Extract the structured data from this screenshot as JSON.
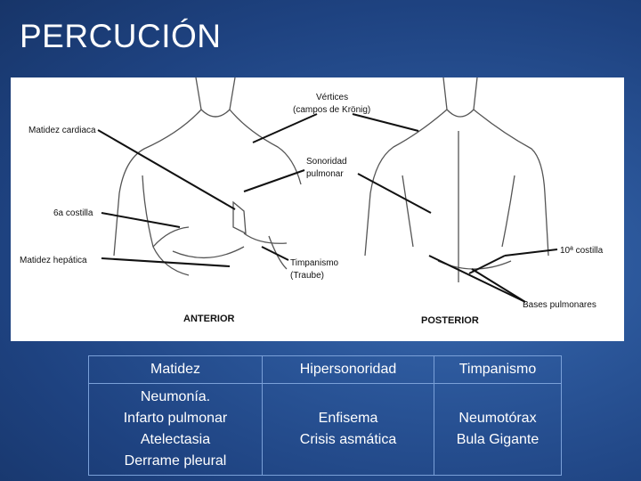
{
  "slide": {
    "title": "PERCUCIÓN"
  },
  "figure": {
    "labels": {
      "vertices_1": "Vértices",
      "vertices_2": "(campos de Krönig)",
      "matidez_cardiaca": "Matidez cardiaca",
      "sonoridad_1": "Sonoridad",
      "sonoridad_2": "pulmonar",
      "sexta_costilla": "6a costilla",
      "matidez_hepatica": "Matidez hepática",
      "timpanismo_1": "Timpanismo",
      "timpanismo_2": "(Traube)",
      "decima_costilla": "10ª costilla",
      "bases_pulmonares": "Bases pulmonares",
      "anterior": "ANTERIOR",
      "posterior": "POSTERIOR"
    }
  },
  "table": {
    "headers": [
      "Matidez",
      "Hipersonoridad",
      "Timpanismo"
    ],
    "cells": [
      [
        "Neumonía.",
        "Infarto pulmonar",
        "Atelectasia",
        "Derrame pleural"
      ],
      [
        "Enfisema",
        "Crisis asmática"
      ],
      [
        "Neumotórax",
        "Bula Gigante"
      ]
    ]
  }
}
